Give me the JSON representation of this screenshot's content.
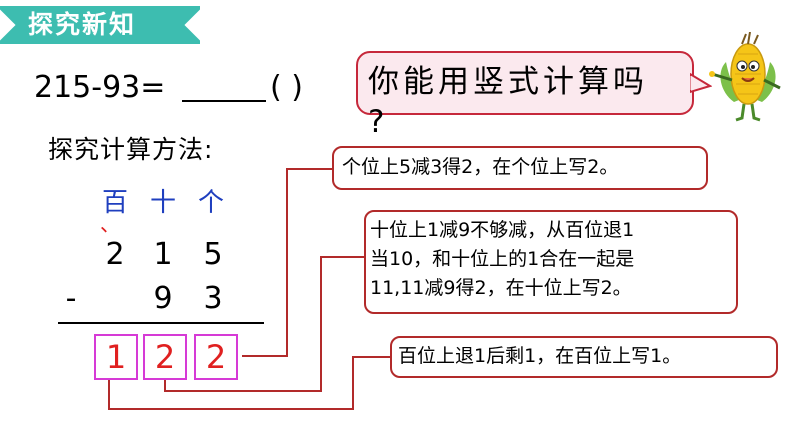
{
  "header": {
    "title": "探究新知"
  },
  "problem": {
    "equation": "215-93=",
    "paren": "(   )"
  },
  "bubble": {
    "line1": "你能用竖式计算吗",
    "line2": "?"
  },
  "method_label": "探究计算方法:",
  "places": {
    "hundreds": "百",
    "tens": "十",
    "ones": "个"
  },
  "borrow_mark": "、",
  "minuend": [
    "2",
    "1",
    "5"
  ],
  "operator": "-",
  "subtrahend": [
    "9",
    "3"
  ],
  "result": [
    "1",
    "2",
    "2"
  ],
  "notes": {
    "ones": "个位上5减3得2，在个位上写2。",
    "tens": [
      "十位上1减9不够减，从百位退1",
      "当10，和十位上的1合在一起是",
      "11,11减9得2，在十位上写2。"
    ],
    "hundreds": "百位上退1后剩1，在百位上写1。"
  },
  "colors": {
    "header": "#3dbdb0",
    "bubble_border": "#c6283b",
    "line": "#b22a2a",
    "box_border": "#d63ad6",
    "result_digit": "#e02020",
    "place_label": "#1f3fbf"
  }
}
